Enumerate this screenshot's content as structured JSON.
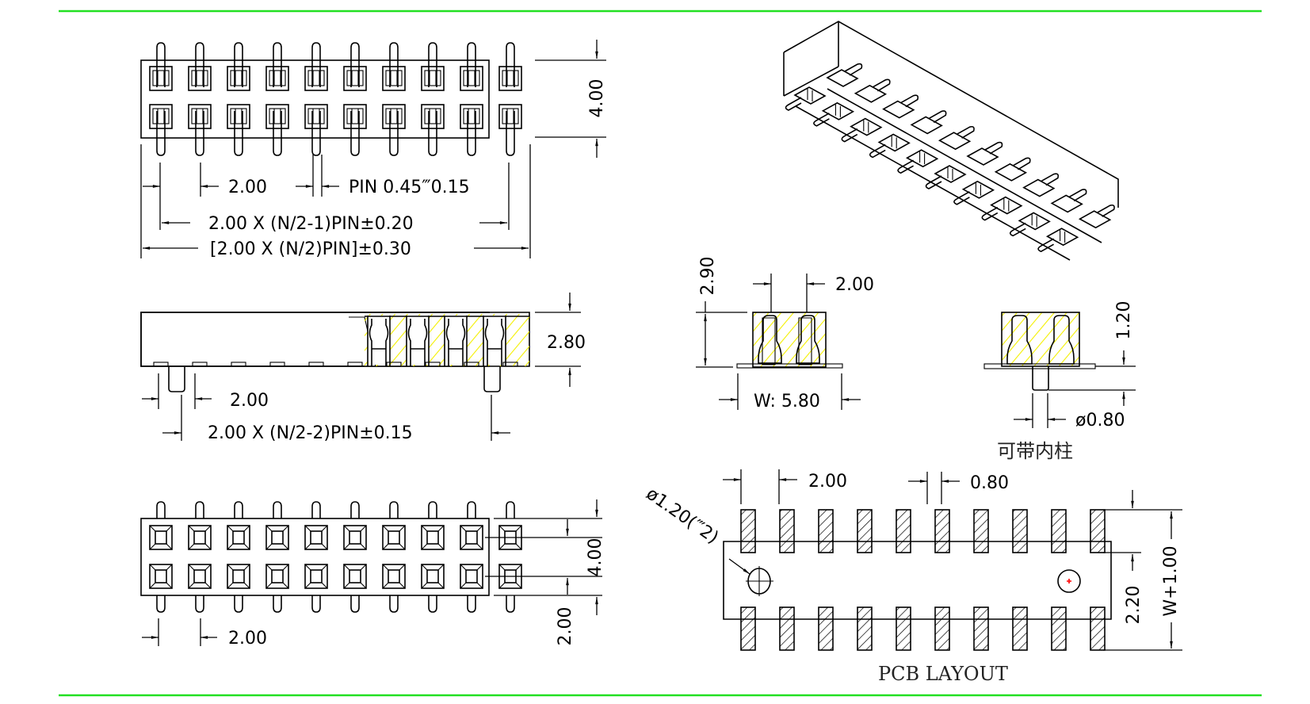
{
  "colors": {
    "border_line": "#22e022",
    "line": "#000000",
    "section_hatch": "#f4f000",
    "center_mark": "#ff0000"
  },
  "connector": {
    "pins_per_row": 10,
    "rows": 2
  },
  "top_view": {
    "height_dim": "4.00",
    "pitch_dim": "2.00",
    "pin_size": "PIN 0.45‴0.15",
    "span_dim": "2.00 X (N/2-1)PIN±0.20",
    "length_dim": "[2.00 X (N/2)PIN]±0.30"
  },
  "side_view": {
    "height_dim": "2.80",
    "pitch_dim": "2.00",
    "post_span_dim": "2.00 X (N/2-2)PIN±0.15"
  },
  "bottom_view": {
    "row_pitch_dim": "4.00",
    "pitch_dim": "2.00",
    "tail_dim": "2.00"
  },
  "end_view": {
    "height_dim": "2.90",
    "row_pitch_dim": "2.00",
    "width_dim": "W: 5.80"
  },
  "post_view": {
    "insert_height_dim": "1.20",
    "post_diameter": "ø0.80",
    "caption": "可带内柱"
  },
  "pcb_layout": {
    "pitch_dim": "2.00",
    "pad_width_dim": "0.80",
    "hole_dim": "ø1.20(‴2)",
    "pad_gap_dim": "2.20",
    "total_dim": "W+1.00",
    "caption": "PCB LAYOUT"
  }
}
